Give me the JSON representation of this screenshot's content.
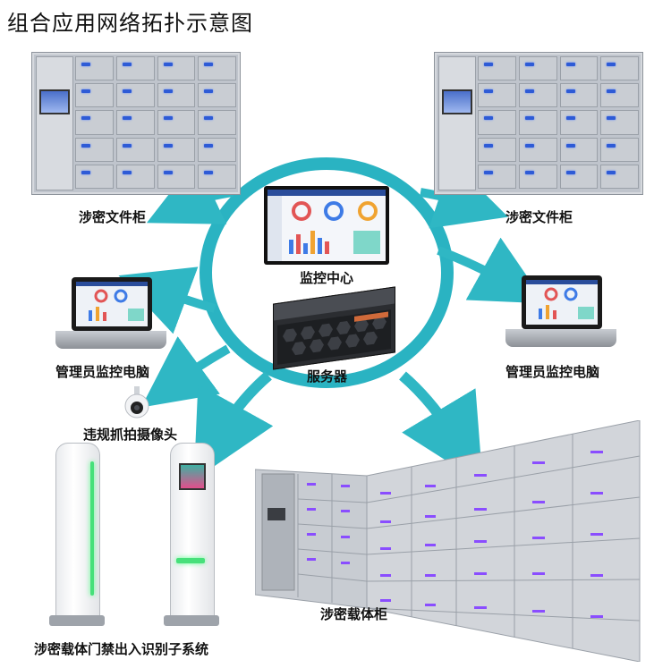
{
  "title": "组合应用网络拓扑示意图",
  "nodes": {
    "cabinet_left": "涉密文件柜",
    "cabinet_right": "涉密文件柜",
    "monitor_center": "监控中心",
    "server": "服务器",
    "admin_pc_left": "管理员监控电脑",
    "admin_pc_right": "管理员监控电脑",
    "camera": "违规抓拍摄像头",
    "gate_system": "涉密载体门禁出入识别子系统",
    "media_cabinet": "涉密载体柜"
  },
  "colors": {
    "ring": "#2ab3c2",
    "arrow": "#2fb7c4",
    "cabinet": "#bfc4cc",
    "door_led": "#2e5bd6",
    "media_led": "#8a4dff",
    "gate_green": "#47e07a"
  }
}
